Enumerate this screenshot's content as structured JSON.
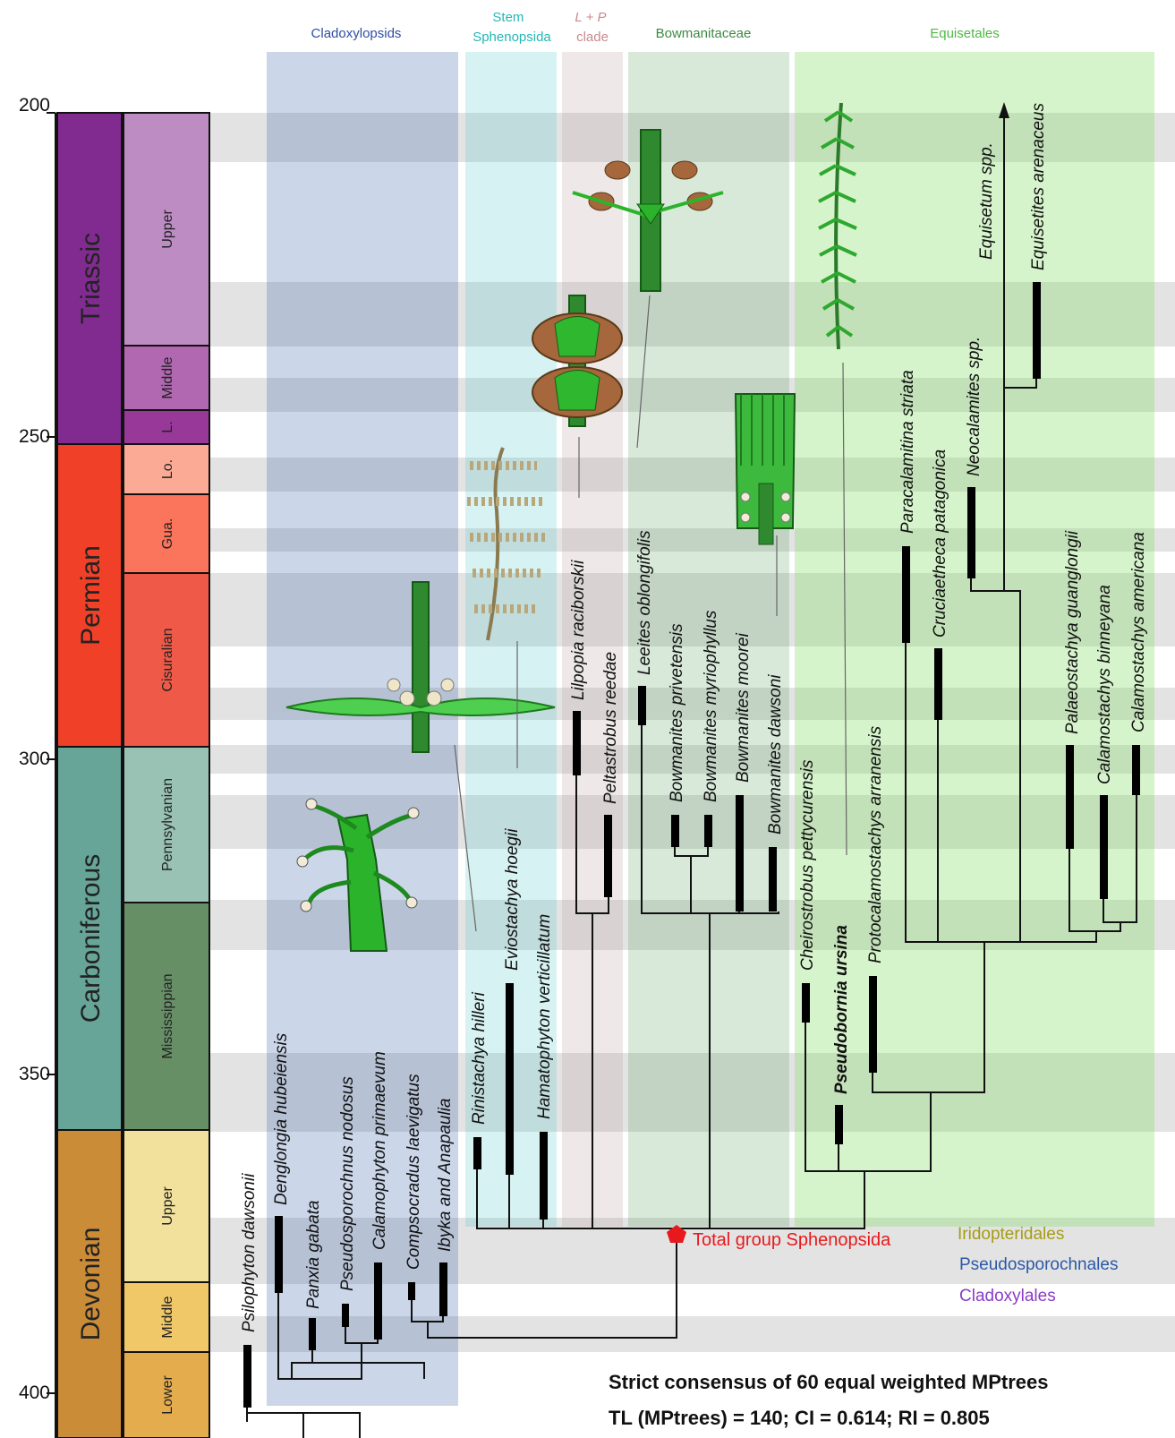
{
  "bands": [
    {
      "id": "cladoxylopsids",
      "title_lines": [
        "Cladoxylopsids"
      ],
      "color": "#2f4ea3"
    },
    {
      "id": "stem-sphenopsida",
      "title_lines": [
        "Stem",
        "Sphenopsida"
      ],
      "color": "#25b7b6"
    },
    {
      "id": "lp-clade",
      "title_lines": [
        "L + P",
        "clade"
      ],
      "color": "#c98a8f"
    },
    {
      "id": "bowmanitaceae",
      "title_lines": [
        "Bowmanitaceae"
      ],
      "color": "#3d8a40"
    },
    {
      "id": "equisetales",
      "title_lines": [
        "Equisetales"
      ],
      "color": "#4fb843"
    }
  ],
  "age_axis": {
    "ticks": [
      "200",
      "250",
      "300",
      "350",
      "400"
    ]
  },
  "periods": [
    {
      "name": "Triassic",
      "color": "#812b91"
    },
    {
      "name": "Permian",
      "color": "#f04028"
    },
    {
      "name": "Carboniferous",
      "color": "#67a599"
    },
    {
      "name": "Devonian",
      "color": "#cb8c37"
    }
  ],
  "epochs": [
    {
      "name": "Upper",
      "color": "#bd8cc3"
    },
    {
      "name": "Middle",
      "color": "#b168b1"
    },
    {
      "name": "L.",
      "color": "#983999"
    },
    {
      "name": "Lo.",
      "color": "#fbaa96"
    },
    {
      "name": "Gua.",
      "color": "#fb745c"
    },
    {
      "name": "Cisuralian",
      "color": "#ef5a48"
    },
    {
      "name": "Pennsylvanian",
      "color": "#99c2b5"
    },
    {
      "name": "Mississippian",
      "color": "#678f66"
    },
    {
      "name": "Upper",
      "color": "#f1e19d"
    },
    {
      "name": "Middle",
      "color": "#f1c868"
    },
    {
      "name": "Lower",
      "color": "#e5ac4d"
    }
  ],
  "taxa": [
    {
      "name": "Psilophyton dawsonii",
      "color": "#111111"
    },
    {
      "name": "Denglongia hubeiensis",
      "color": "#8a3cc8"
    },
    {
      "name": "Panxia gabata",
      "color": "#8a3cc8"
    },
    {
      "name": "Pseudosporochnus nodosus",
      "color": "#2b58a8"
    },
    {
      "name": "Calamophyton primaevum",
      "color": "#2b58a8"
    },
    {
      "name": "Compsocradus laevigatus",
      "color": "#a09a10"
    },
    {
      "name": "Ibyka and Anapaulia",
      "color": "#a09a10"
    },
    {
      "name": "Rinistachya hilleri",
      "color": "#111111"
    },
    {
      "name": "Eviostachya hoegii",
      "color": "#111111"
    },
    {
      "name": "Hamatophyton verticillatum",
      "color": "#111111"
    },
    {
      "name": "Lilpopia raciborskii",
      "color": "#111111"
    },
    {
      "name": "Peltastrobus reedae",
      "color": "#111111"
    },
    {
      "name": "Leeites oblongifolis",
      "color": "#111111"
    },
    {
      "name": "Bowmanites privetensis",
      "color": "#111111"
    },
    {
      "name": "Bowmanites myriophyllus",
      "color": "#111111"
    },
    {
      "name": "Bowmanites moorei",
      "color": "#111111"
    },
    {
      "name": "Bowmanites dawsoni",
      "color": "#111111"
    },
    {
      "name": "Cheirostrobus pettycurensis",
      "color": "#111111"
    },
    {
      "name": "Pseudobornia ursina",
      "color": "#e0191c",
      "bold": true
    },
    {
      "name": "Protocalamostachys arranensis",
      "color": "#111111"
    },
    {
      "name": "Paracalamitina striata",
      "color": "#111111"
    },
    {
      "name": "Cruciaetheca patagonica",
      "color": "#111111"
    },
    {
      "name": "Neocalamites spp.",
      "color": "#111111",
      "plain_suffix": true
    },
    {
      "name": "Equisetum spp.",
      "color": "#111111",
      "plain_suffix": true
    },
    {
      "name": "Equisetites arenaceus",
      "color": "#111111"
    },
    {
      "name": "Palaeostachya guanglongii",
      "color": "#111111"
    },
    {
      "name": "Calamostachys binneyana",
      "color": "#111111"
    },
    {
      "name": "Calamostachys americana",
      "color": "#111111"
    }
  ],
  "annotations": {
    "node_label": "Total group Sphenopsida",
    "node_color": "#e8191c"
  },
  "legend": [
    {
      "label": "Iridopteridales",
      "color": "#a59c14"
    },
    {
      "label": "Pseudosporochnales",
      "color": "#2b58a8"
    },
    {
      "label": "Cladoxylales",
      "color": "#8a3cc8"
    }
  ],
  "footer": {
    "line1": "Strict consensus of 60 equal weighted MPtrees",
    "line2": "TL (MPtrees) = 140; CI = 0.614; RI = 0.805"
  }
}
